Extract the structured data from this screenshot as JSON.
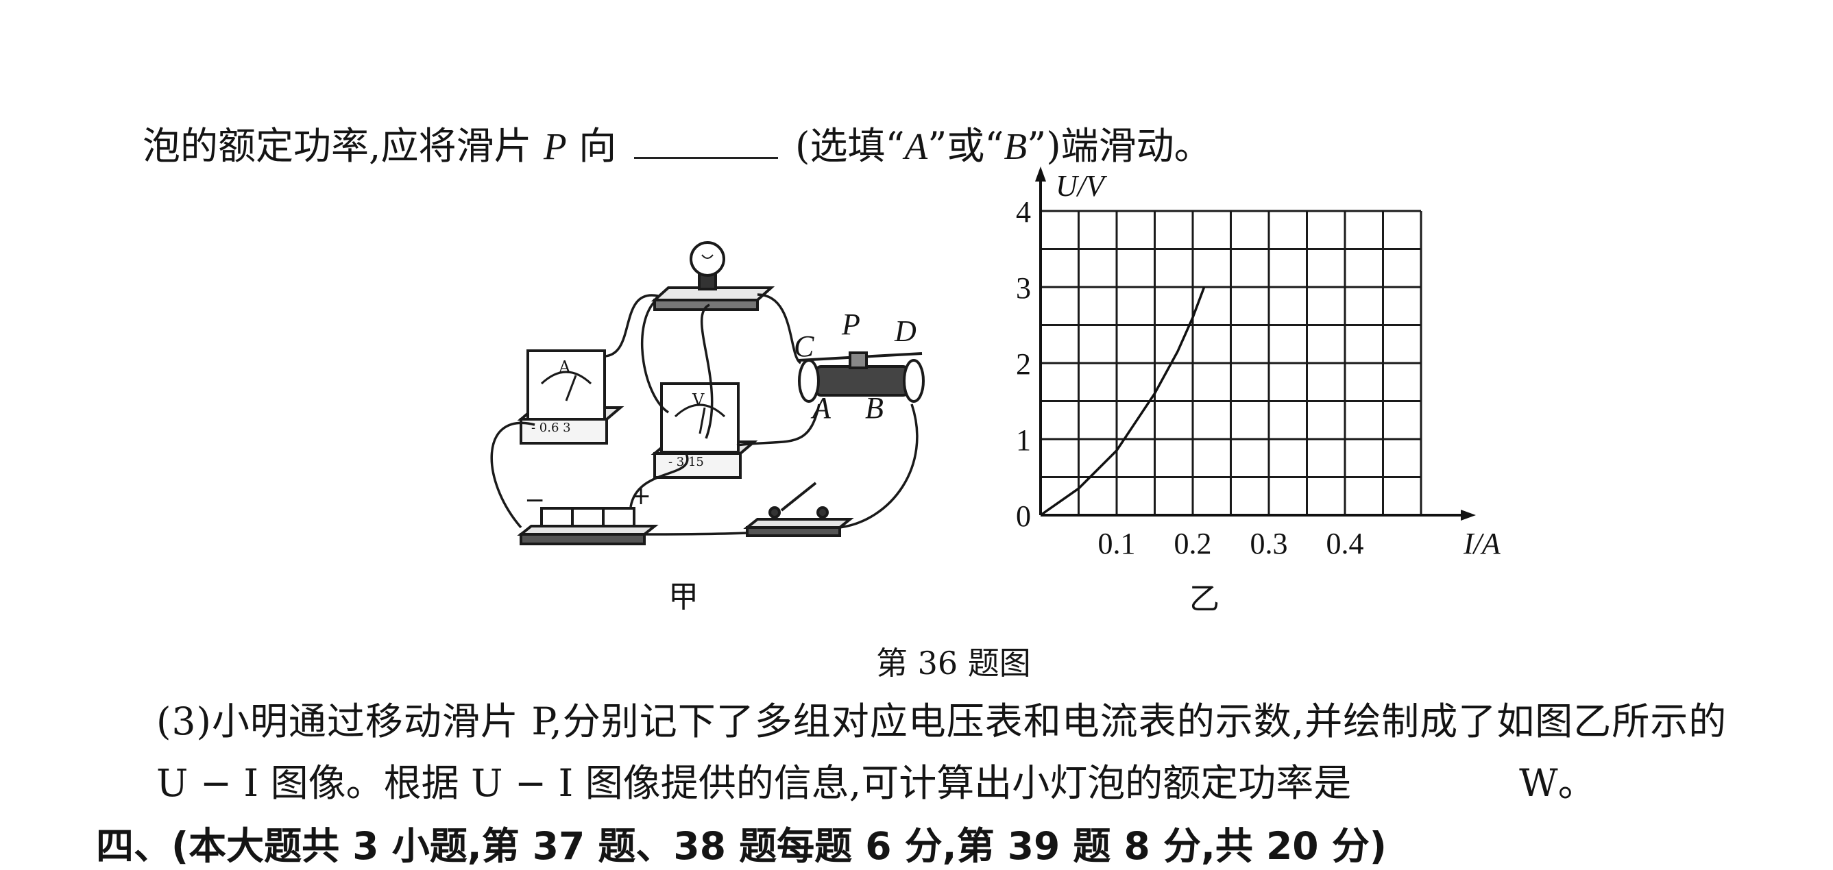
{
  "line1": {
    "pre": "泡的额定功率,应将滑片",
    "var_p": "P",
    "mid": "向",
    "post": "(选填“",
    "opt_a": "A",
    "or": "”或“",
    "opt_b": "B",
    "end": "”)端滑动。"
  },
  "figure_jia": {
    "label": "甲",
    "ammeter_scale": "- 0.6 3",
    "voltmeter_scale": "- 3 15",
    "ammeter_symbol": "A",
    "voltmeter_symbol": "V",
    "battery_minus": "−",
    "battery_plus": "+",
    "rheostat_terminals": {
      "C": "C",
      "P": "P",
      "D": "D",
      "A": "A",
      "B": "B"
    }
  },
  "figure_yi": {
    "label": "乙"
  },
  "caption": "第 36 题图",
  "line3": "(3)小明通过移动滑片 P,分别记下了多组对应电压表和电流表的示数,并绘制成了如图乙所示的",
  "line4": {
    "pre": "U − I 图像。根据 U − I 图像提供的信息,可计算出小灯泡的额定功率是",
    "unit": "W。"
  },
  "line5": "四、(本大题共 3 小题,第 37 题、38 题每题 6 分,第 39 题 8 分,共 20 分)",
  "chart_data": {
    "type": "line",
    "xlabel": "I/A",
    "ylabel": "U/V",
    "xlim": [
      0,
      0.5
    ],
    "ylim": [
      0,
      4
    ],
    "x_ticks": [
      "0.1",
      "0.2",
      "0.3",
      "0.4"
    ],
    "y_ticks": [
      "0",
      "1",
      "2",
      "3",
      "4"
    ],
    "grid": true,
    "series": [
      {
        "x": [
          0,
          0.05,
          0.1,
          0.15,
          0.18,
          0.2,
          0.215
        ],
        "y": [
          0,
          0.35,
          0.85,
          1.6,
          2.15,
          2.6,
          3.0
        ]
      }
    ]
  }
}
